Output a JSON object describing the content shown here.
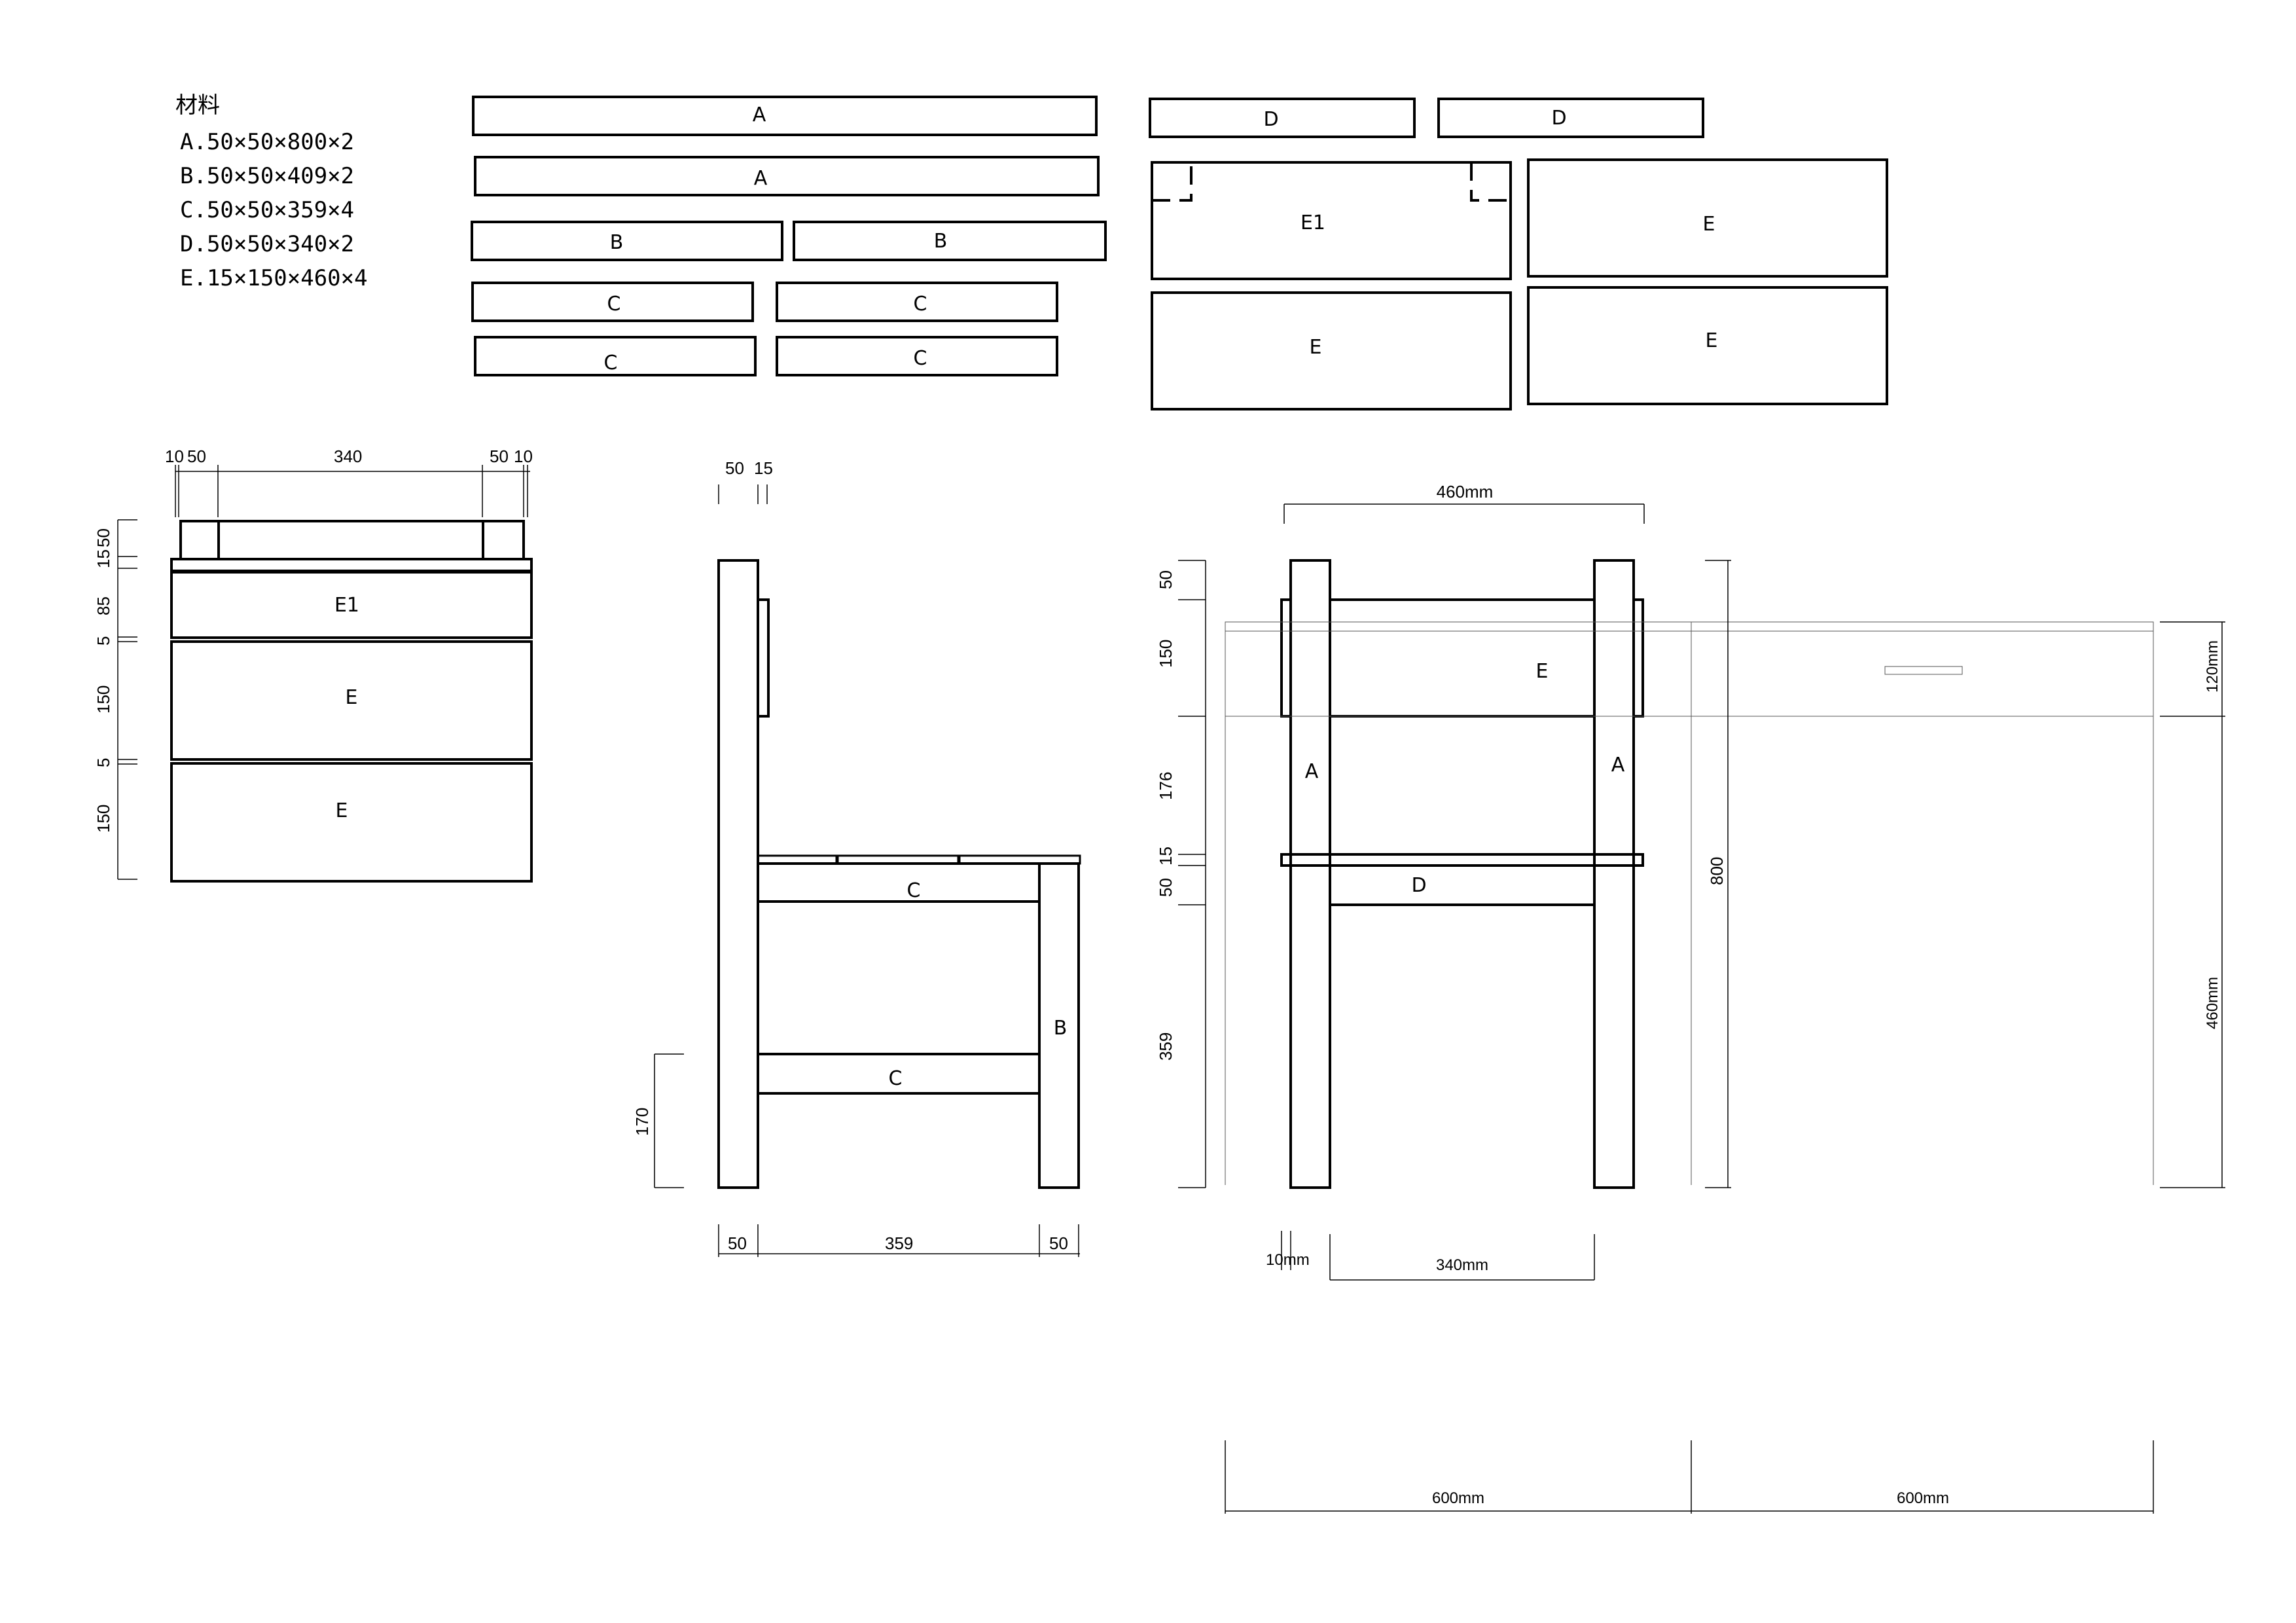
{
  "materials": {
    "title": "材料",
    "items": [
      "A.50×50×800×2",
      "B.50×50×409×2",
      "C.50×50×359×4",
      "D.50×50×340×2",
      "E.15×150×460×4"
    ]
  },
  "parts": {
    "a": "A",
    "b": "B",
    "c": "C",
    "d": "D",
    "e": "E",
    "e1": "E1"
  },
  "back_view": {
    "top_dims": [
      "10",
      "50",
      "340",
      "50",
      "10"
    ],
    "side_dims": [
      "15",
      "50",
      "85",
      "5",
      "150",
      "5",
      "150"
    ]
  },
  "side_view": {
    "top_dims": [
      "50",
      "15"
    ],
    "bottom_dims": [
      "50",
      "359",
      "50"
    ],
    "left_dim": "170"
  },
  "front_view": {
    "top_dim": "460mm",
    "left_dims": [
      "50",
      "150",
      "176",
      "15",
      "50",
      "359"
    ],
    "height_dim": "800",
    "bottom_dims": [
      "10mm",
      "340mm"
    ]
  },
  "desk_view": {
    "right_dims": [
      "120mm",
      "460mm"
    ],
    "bottom_dims": [
      "600mm",
      "600mm"
    ]
  }
}
